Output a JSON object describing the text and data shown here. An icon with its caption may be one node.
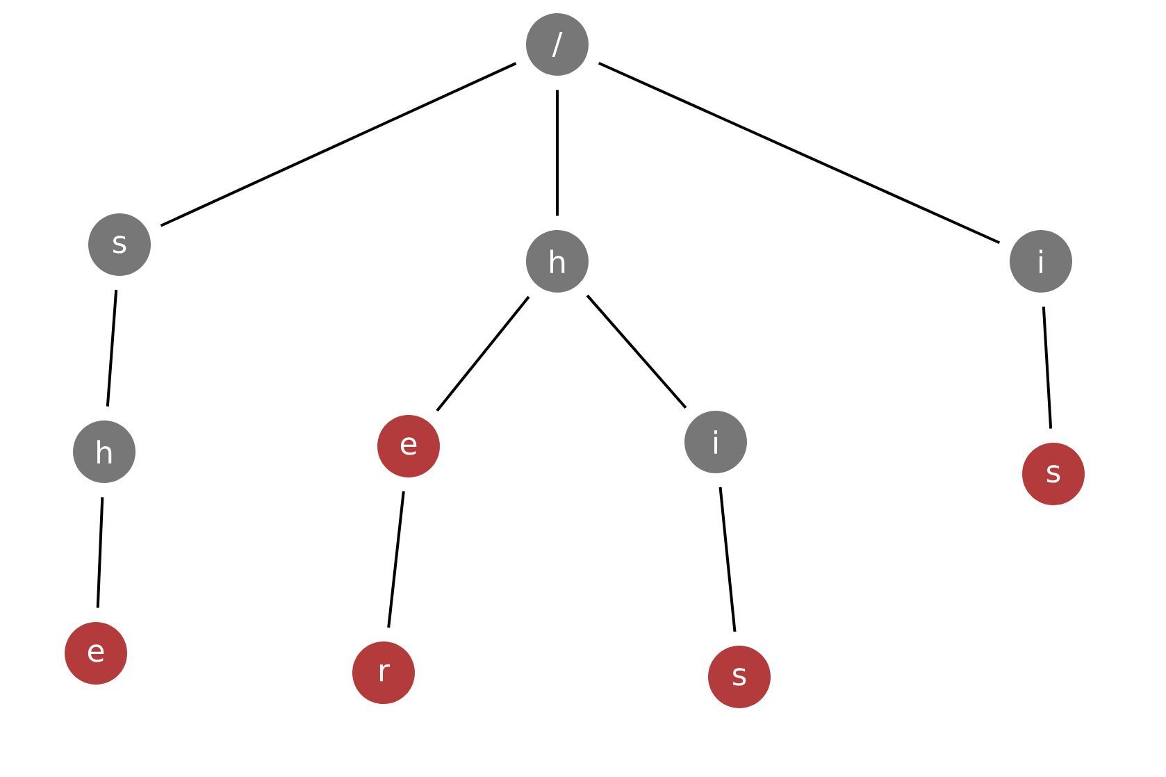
{
  "diagram": {
    "nodes": [
      {
        "text": [
          "/"
        ]
      },
      {
        "text": [
          "s"
        ]
      },
      {
        "text": [
          "h"
        ]
      },
      {
        "text": [
          "i"
        ]
      },
      {
        "text": [
          "h"
        ]
      },
      {
        "text": [
          "e"
        ]
      },
      {
        "text": [
          "i"
        ]
      },
      {
        "text": [
          "s"
        ]
      },
      {
        "text": [
          "e"
        ]
      },
      {
        "text": [
          "r"
        ]
      },
      {
        "text": [
          "s"
        ]
      }
    ],
    "edges": [
      {
        "from": 0,
        "to": 1,
        "arrow": "none"
      },
      {
        "from": 0,
        "to": 2,
        "arrow": "none"
      },
      {
        "from": 0,
        "to": 3,
        "arrow": "none"
      },
      {
        "from": 1,
        "to": 4,
        "arrow": "none"
      },
      {
        "from": 2,
        "to": 5,
        "arrow": "none"
      },
      {
        "from": 2,
        "to": 6,
        "arrow": "none"
      },
      {
        "from": 3,
        "to": 7,
        "arrow": "none"
      },
      {
        "from": 4,
        "to": 8,
        "arrow": "none"
      },
      {
        "from": 5,
        "to": 9,
        "arrow": "none"
      },
      {
        "from": 6,
        "to": 10,
        "arrow": "none"
      }
    ]
  }
}
